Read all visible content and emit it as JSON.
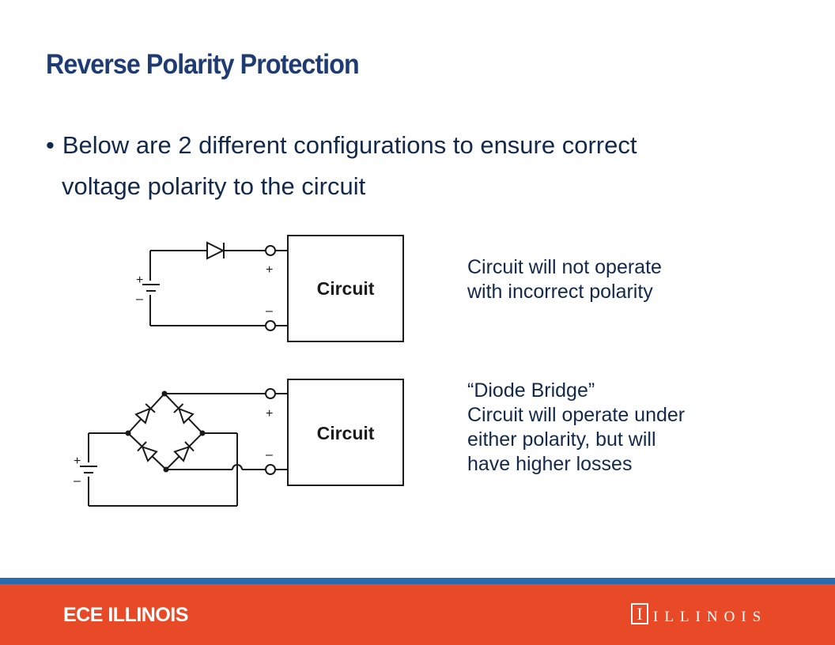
{
  "slide": {
    "title": "Reverse Polarity Protection",
    "bullet": {
      "marker": "•",
      "line1": "Below are 2 different configurations to ensure correct",
      "line2": "voltage polarity to the circuit"
    }
  },
  "diagram_top": {
    "block_label": "Circuit",
    "plus": "+",
    "minus": "–",
    "description": [
      "Circuit will not operate",
      "with incorrect polarity"
    ]
  },
  "diagram_bottom": {
    "block_label": "Circuit",
    "plus": "+",
    "minus": "–",
    "description": [
      "“Diode Bridge”",
      "Circuit will operate under",
      "either polarity, but will",
      "have higher losses"
    ]
  },
  "footer": {
    "left_text": "ECE ILLINOIS",
    "logo_block": "I",
    "logo_word": "ILLINOIS",
    "colors": {
      "orange": "#e84a27",
      "blue_stripe": "#2a6ab0"
    }
  },
  "colors": {
    "title": "#1f3b73",
    "body_text": "#13294b"
  }
}
